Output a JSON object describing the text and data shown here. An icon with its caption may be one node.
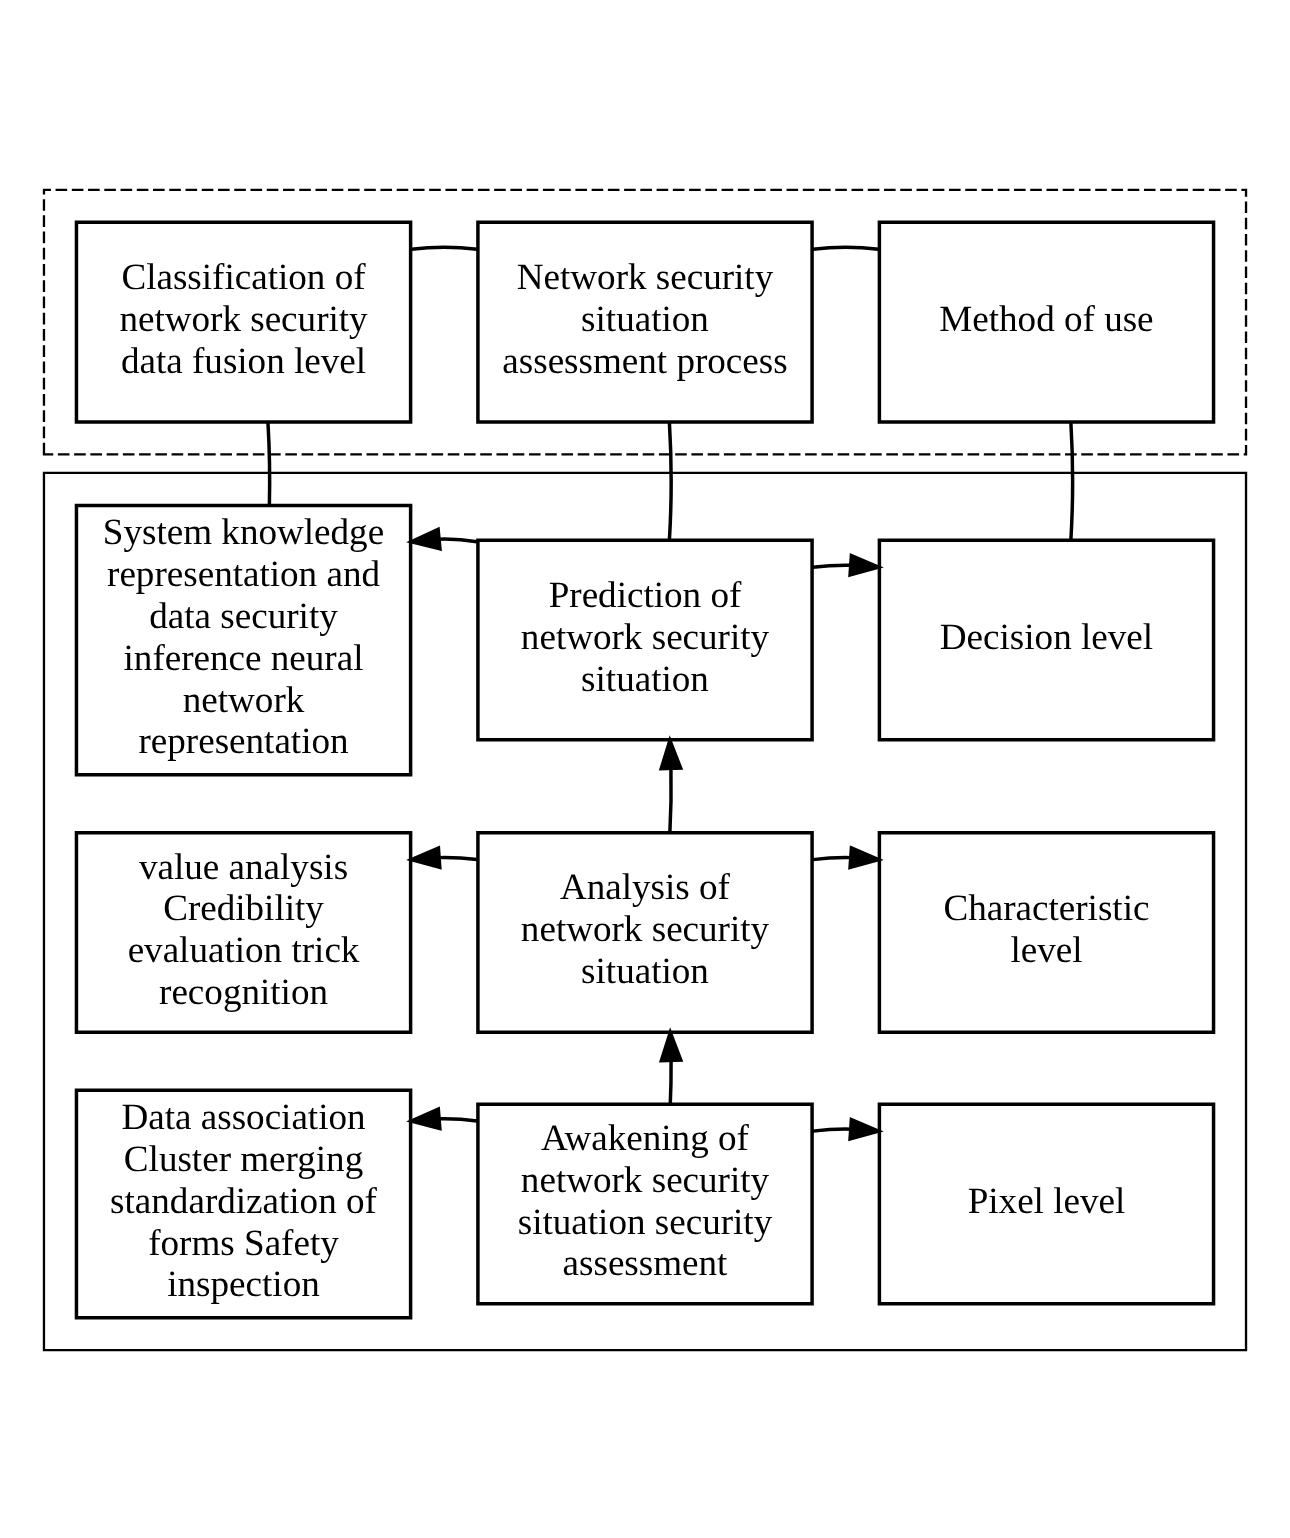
{
  "diagram": {
    "nodes": [
      {
        "text": [],
        "shape": "box"
      },
      {
        "text": [
          "Classification of network security data fusion level"
        ],
        "in": 0
      },
      {
        "text": [
          "Network security situation assessment process"
        ],
        "in": 0
      },
      {
        "text": [
          "Method of use"
        ],
        "in": 0
      },
      {
        "text": [],
        "shape": "box"
      },
      {
        "text": [
          "System knowledge representation and data security inference neural network representation"
        ],
        "in": 4
      },
      {
        "text": [
          "Prediction of network security situation"
        ],
        "in": 4
      },
      {
        "text": [
          "Decision level"
        ],
        "in": 4
      },
      {
        "text": [
          "value analysis Credibility evaluation trick recognition"
        ],
        "in": 4
      },
      {
        "text": [
          "Analysis of network security situation"
        ],
        "in": 4
      },
      {
        "text": [
          "Characteristic level"
        ],
        "in": 4
      },
      {
        "text": [
          "Data association Cluster merging standardization of forms Safety inspection"
        ],
        "in": 4
      },
      {
        "text": [
          "Awakening of network security situation security assessment"
        ],
        "in": 4
      },
      {
        "text": [
          "Pixel level"
        ],
        "in": 4
      }
    ],
    "edges": [
      {
        "from": 1,
        "to": 2,
        "arrow": "none"
      },
      {
        "from": 2,
        "to": 3,
        "arrow": "none"
      },
      {
        "from": 1,
        "to": 5,
        "arrow": "none"
      },
      {
        "from": 2,
        "to": 6,
        "arrow": "none"
      },
      {
        "from": 3,
        "to": 7,
        "arrow": "none"
      },
      {
        "from": 6,
        "to": 5,
        "arrow": "to"
      },
      {
        "from": 6,
        "to": 7,
        "arrow": "to"
      },
      {
        "from": 9,
        "to": 8,
        "arrow": "to"
      },
      {
        "from": 9,
        "to": 10,
        "arrow": "to"
      },
      {
        "from": 12,
        "to": 11,
        "arrow": "to"
      },
      {
        "from": 12,
        "to": 13,
        "arrow": "to"
      },
      {
        "from": 12,
        "to": 9,
        "arrow": "to"
      },
      {
        "from": 9,
        "to": 6,
        "arrow": "to"
      }
    ]
  }
}
